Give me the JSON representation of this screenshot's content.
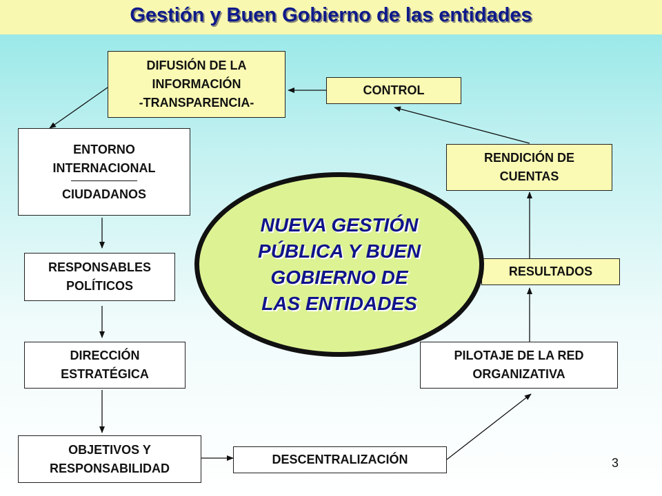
{
  "title": "Gestión y Buen Gobierno de las entidades",
  "center": {
    "lines": [
      "NUEVA GESTIÓN",
      "PÚBLICA Y BUEN",
      "GOBIERNO DE",
      "LAS ENTIDADES"
    ]
  },
  "boxes": {
    "difusion": [
      "DIFUSIÓN DE LA",
      "INFORMACIÓN",
      "-TRANSPARENCIA-"
    ],
    "control": [
      "CONTROL"
    ],
    "entorno_top": [
      "ENTORNO",
      "INTERNACIONAL"
    ],
    "entorno_bottom": [
      "CIUDADANOS"
    ],
    "responsables": [
      "RESPONSABLES",
      "POLÍTICOS"
    ],
    "direccion": [
      "DIRECCIÓN",
      "ESTRATÉGICA"
    ],
    "objetivos": [
      "OBJETIVOS Y",
      "RESPONSABILIDAD"
    ],
    "descentralizacion": [
      "DESCENTRALIZACIÓN"
    ],
    "pilotaje": [
      "PILOTAJE DE LA RED",
      "ORGANIZATIVA"
    ],
    "resultados": [
      "RESULTADOS"
    ],
    "rendicion": [
      "RENDICIÓN DE",
      "CUENTAS"
    ]
  },
  "page_number": "3",
  "colors": {
    "title_text": "#0e1a8a",
    "title_band": "#f8f8b0",
    "yellow_box": "#fafab4",
    "ellipse_fill": "#ddf293",
    "ellipse_text": "#10148a"
  }
}
